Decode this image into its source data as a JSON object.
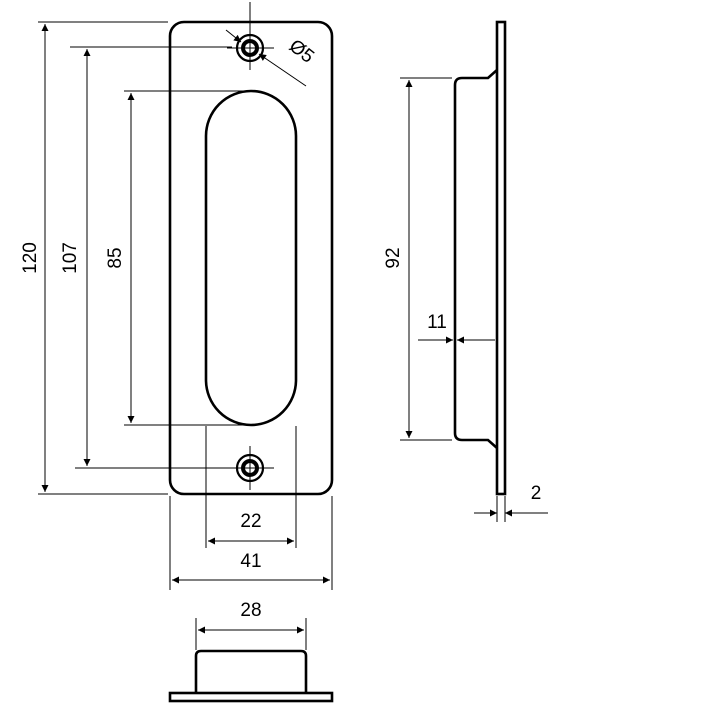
{
  "drawing": {
    "front_view": {
      "total_height": "120",
      "hole_spacing": "107",
      "recess_height": "85",
      "recess_width": "22",
      "total_width": "41",
      "hole_diameter": "Ø5"
    },
    "side_view": {
      "body_height": "92",
      "depth": "11",
      "plate_thickness": "2"
    },
    "bottom_view": {
      "body_width": "28"
    }
  }
}
